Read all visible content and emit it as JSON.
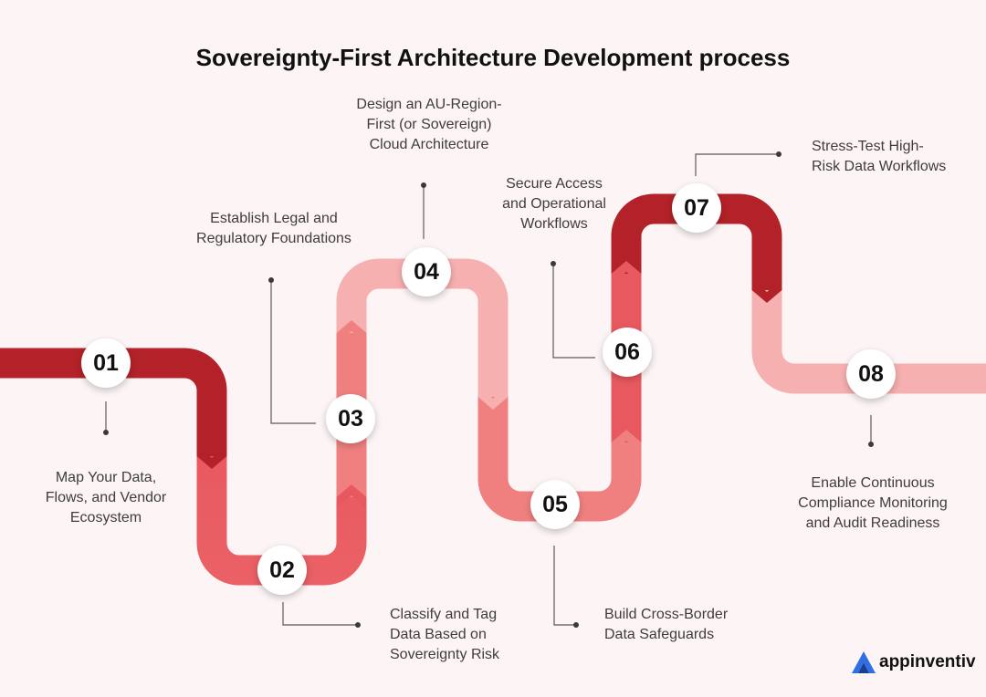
{
  "title": "Sovereignty-First Architecture Development process",
  "steps": [
    {
      "number": "01",
      "label": "Map Your Data,\nFlows, and Vendor\nEcosystem"
    },
    {
      "number": "02",
      "label": "Classify and Tag\nData Based on\nSovereignty Risk"
    },
    {
      "number": "03",
      "label": "Establish Legal and\nRegulatory Foundations"
    },
    {
      "number": "04",
      "label": "Design an AU-Region-\nFirst (or Sovereign)\nCloud Architecture"
    },
    {
      "number": "05",
      "label": "Build Cross-Border\nData Safeguards"
    },
    {
      "number": "06",
      "label": "Secure Access\nand Operational\nWorkflows"
    },
    {
      "number": "07",
      "label": "Stress-Test High-\nRisk Data Workflows"
    },
    {
      "number": "08",
      "label": "Enable Continuous\nCompliance Monitoring\nand Audit Readiness"
    }
  ],
  "colors": {
    "dark_red": "#b32228",
    "mid_red": "#e8595f",
    "salmon": "#f08080",
    "light_pink": "#f7b0b0",
    "background": "#fdf5f5",
    "logo_blue": "#2f6fe4"
  },
  "brand": {
    "name": "appinventiv",
    "icon": "appinventiv-logo-icon"
  }
}
